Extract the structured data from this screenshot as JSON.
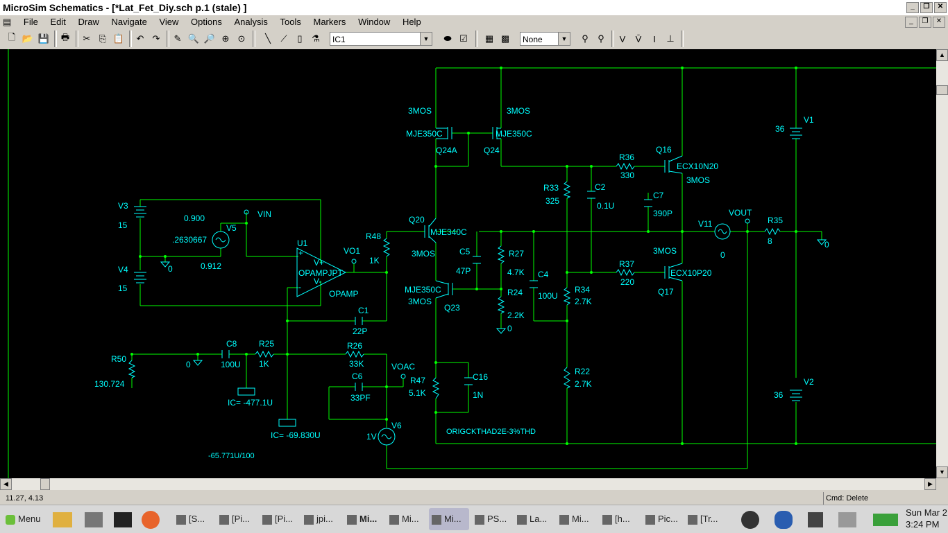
{
  "window": {
    "title": "MicroSim Schematics - [*Lat_Fet_Diy.sch  p.1 (stale)  ]",
    "controls": [
      "_",
      "❐",
      "✕"
    ]
  },
  "menu": [
    "File",
    "Edit",
    "Draw",
    "Navigate",
    "View",
    "Options",
    "Analysis",
    "Tools",
    "Markers",
    "Window",
    "Help"
  ],
  "toolbar": {
    "part_combo": "IC1",
    "display_combo": "None"
  },
  "status": {
    "coords": "11.27,  4.13",
    "command": "Cmd: Delete"
  },
  "schematic": {
    "labels": {
      "q24a_model": "3MOS",
      "q24a_part": "MJE350C",
      "q24a_ref": "Q24A",
      "q24_model": "3MOS",
      "q24_part": "MJE350C",
      "q24_ref": "Q24",
      "q16_ref": "Q16",
      "q16_part": "ECX10N20",
      "q16_model": "3MOS",
      "r36": "R36",
      "r36_val": "330",
      "r33": "R33",
      "r33_val": "325",
      "c2": "C2",
      "c2_val": "0.1U",
      "c7": "C7",
      "c7_val": "390P",
      "v1": "V1",
      "v1_val": "36",
      "v3": "V3",
      "v3_val": "15",
      "v4": "V4",
      "v4_val": "15",
      "v5": "V5",
      "v5_off": "0.900",
      "v5_amp": ".2630667",
      "v5_freq": "0.912",
      "vin": "VIN",
      "gnd0a": "0",
      "u1": "U1",
      "u1_part": "OPAMPJPT",
      "u1_model": "OPAMP",
      "vplus": "V+",
      "vminus": "V-",
      "plus": "+",
      "minus": "-",
      "vo1": "VO1",
      "r48": "R48",
      "r48_val": "1K",
      "q20": "Q20",
      "q20_part": "MJE340C",
      "q20_model": "3MOS",
      "c5": "C5",
      "c5_val": "47P",
      "r27": "R27",
      "r27_val": "4.7K",
      "c4": "C4",
      "c4_val": "100U",
      "r24": "R24",
      "r24_val": "2.2K",
      "gnd0b": "0",
      "q23_part": "MJE350C",
      "q23_model": "3MOS",
      "q23_ref": "Q23",
      "r34": "R34",
      "r34_val": "2.7K",
      "r37": "R37",
      "r37_val": "220",
      "q17_model": "3MOS",
      "q17_part": "ECX10P20",
      "q17_ref": "Q17",
      "v11": "V11",
      "v11_val": "0",
      "vout": "VOUT",
      "r35": "R35",
      "r35_val": "8",
      "gnd0c": "0",
      "c1": "C1",
      "c1_val": "22P",
      "r50": "R50",
      "r50_val": "130.724",
      "gnd0d": "0",
      "c8": "C8",
      "c8_val": "100U",
      "r25": "R25",
      "r25_val": "1K",
      "r26": "R26",
      "r26_val": "33K",
      "voac": "VOAC",
      "c6": "C6",
      "c6_val": "33PF",
      "r47": "R47",
      "r47_val": "5.1K",
      "c16": "C16",
      "c16_val": "1N",
      "r22": "R22",
      "r22_val": "2.7K",
      "v2": "V2",
      "v2_val": "36",
      "v6": "V6",
      "v6_val": "1V",
      "ic1": "IC= -477.1U",
      "ic2": "IC= -69.830U",
      "note1": "-65.771U/100",
      "note2": "ORIGCKTHAD2E-3%THD"
    }
  },
  "taskbar": {
    "menu": "Menu",
    "tasks": [
      "[S...",
      "[Pi...",
      "[Pi...",
      "jpi...",
      "Mi...",
      "Mi...",
      "Mi...",
      "PS...",
      "La...",
      "Mi...",
      "[h...",
      "Pic...",
      "[Tr..."
    ],
    "clock_date": "Sun Mar  2",
    "clock_time": "3:24 PM"
  },
  "colors": {
    "wire": "#00ff00",
    "part": "#00ffff",
    "canvas": "#000000"
  }
}
